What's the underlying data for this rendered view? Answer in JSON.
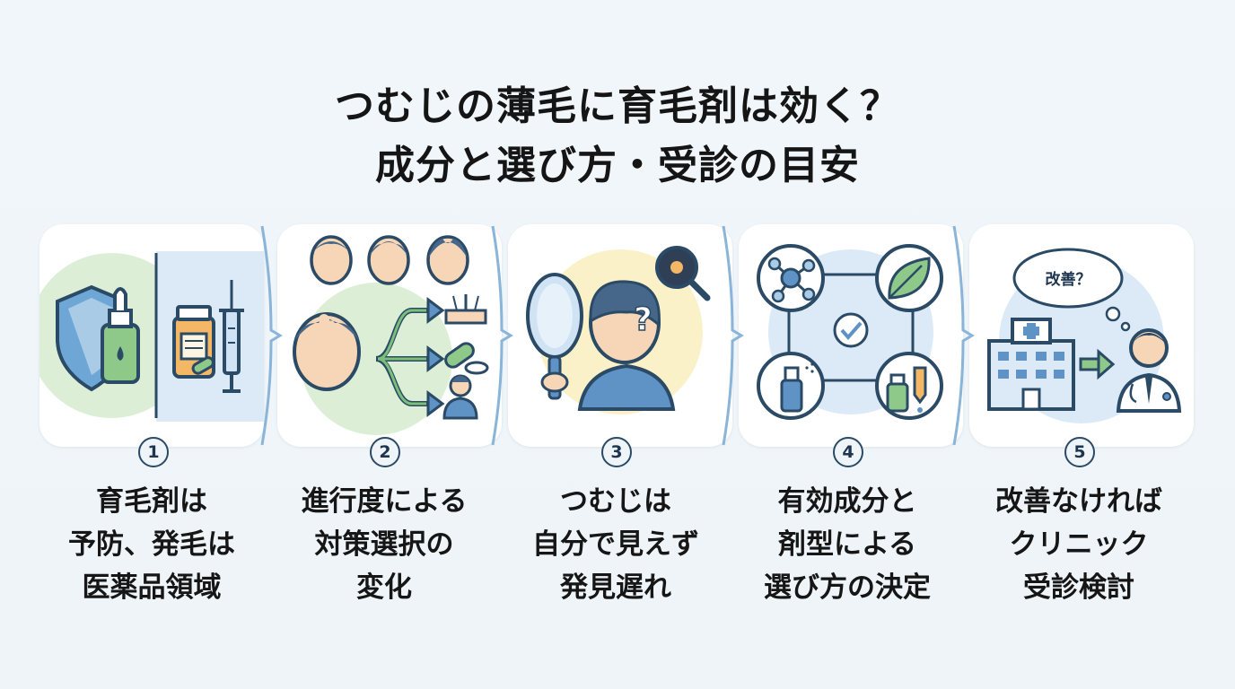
{
  "title": {
    "line1": "つむじの薄毛に育毛剤は効く？",
    "line2": "成分と選び方・受診の目安"
  },
  "steps": [
    {
      "number": "1",
      "lines": [
        "育毛剤は",
        "予防、発毛は",
        "医薬品領域"
      ],
      "icons": [
        "shield-icon",
        "dropper-bottle-icon",
        "medicine-bottle-icon",
        "syringe-icon"
      ]
    },
    {
      "number": "2",
      "lines": [
        "進行度による",
        "対策選択の",
        "変化"
      ],
      "icons": [
        "head-icon",
        "branch-arrow-icon",
        "pill-icon",
        "person-icon"
      ]
    },
    {
      "number": "3",
      "lines": [
        "つむじは",
        "自分で見えず",
        "発見遅れ"
      ],
      "icons": [
        "hand-mirror-icon",
        "magnifier-icon",
        "person-question-icon"
      ]
    },
    {
      "number": "4",
      "lines": [
        "有効成分と",
        "剤型による",
        "選び方の決定"
      ],
      "icons": [
        "molecule-icon",
        "leaf-icon",
        "check-icon",
        "spray-icon",
        "dropper-bottle-icon"
      ]
    },
    {
      "number": "5",
      "lines": [
        "改善なければ",
        "クリニック",
        "受診検討"
      ],
      "bubble": "改善？",
      "icons": [
        "hospital-icon",
        "arrow-right-icon",
        "doctor-icon"
      ]
    }
  ],
  "colors": {
    "navy": "#2a4a66",
    "blue": "#5f93c6",
    "light_blue": "#a9cbe6",
    "green": "#8fc98a",
    "skin": "#f6d6b6",
    "soft_yellow": "#fbf1c8"
  }
}
